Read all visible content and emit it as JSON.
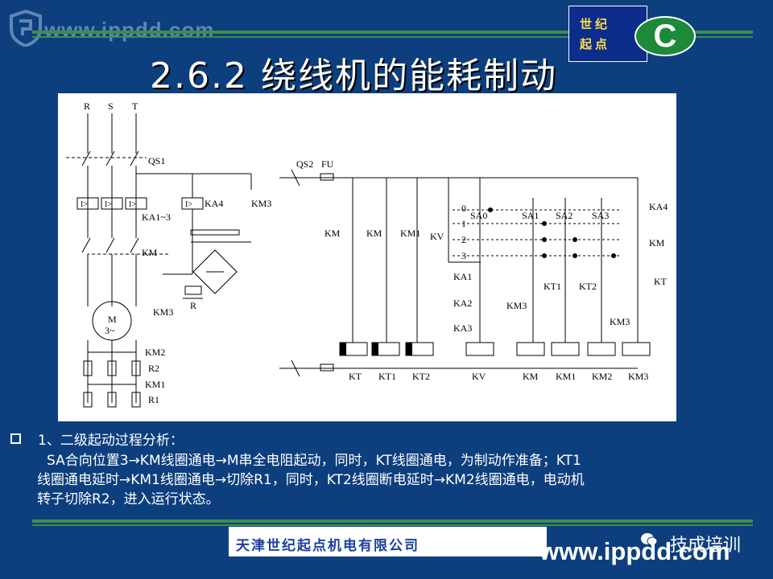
{
  "header": {
    "watermark_url": "www.ippdd.com",
    "logo_line1": "世纪",
    "logo_line2": "起点",
    "logo_letter": "C",
    "title": "2.6.2 绕线机的能耗制动"
  },
  "diagram": {
    "phases": [
      "R",
      "S",
      "T"
    ],
    "qs1": "QS1",
    "qs2": "QS2",
    "fu": "FU",
    "ka_range": "KA1~3",
    "ka4": "KA4",
    "km": "KM",
    "km1": "KM1",
    "km2": "KM2",
    "km3": "KM3",
    "kt": "KT",
    "kt1": "KT1",
    "kt2": "KT2",
    "kv": "KV",
    "ka1": "KA1",
    "ka2": "KA2",
    "ka3": "KA3",
    "r": "R",
    "r1": "R1",
    "r2": "R2",
    "motor_m": "M",
    "motor_3": "3~",
    "relay": "I>",
    "sa0": "SA0",
    "sa1": "SA1",
    "sa2": "SA2",
    "sa3": "SA3",
    "positions": [
      "0",
      "1",
      "2",
      "3"
    ]
  },
  "content": {
    "section_title": "1、二级起动过程分析：",
    "lines": [
      "SA合向位置3→KM线圈通电→M串全电阻起动，同时，KT线圈通电，为制动作准备；KT1",
      "线圈通电延时→KM1线圈通电→切除R1，同时，KT2线圈断电延时→KM2线圈通电，电动机",
      "转子切除R2，进入运行状态。"
    ]
  },
  "footer": {
    "company": "天津世纪起点机电有限公司",
    "wechat_label": "技成培训",
    "url": "www.ippdd.com"
  }
}
